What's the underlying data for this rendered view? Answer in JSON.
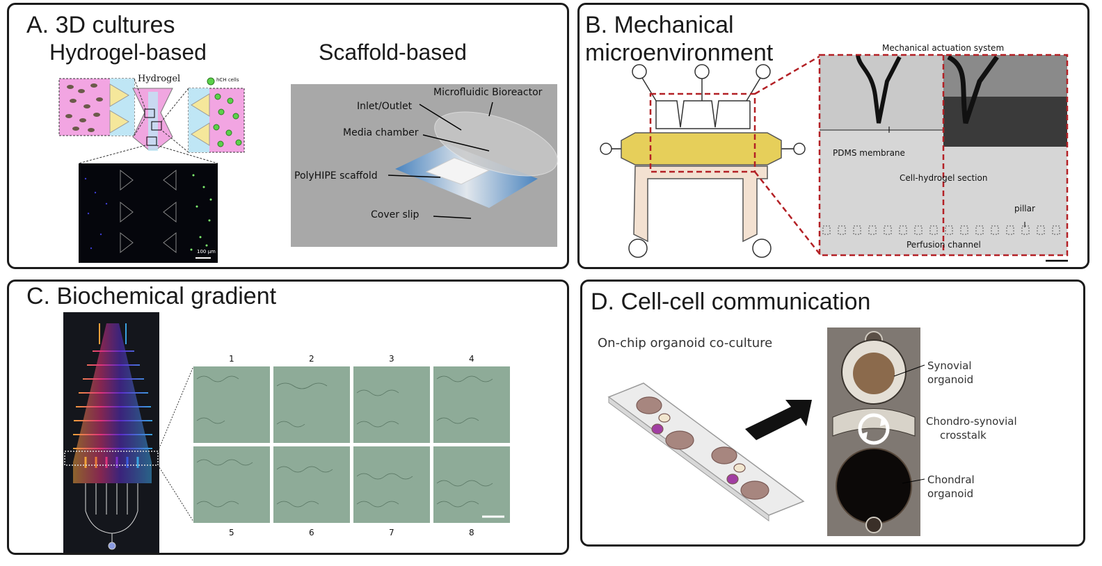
{
  "panels": {
    "a": {
      "title": "A. 3D cultures",
      "sub_left": "Hydrogel-based",
      "sub_right": "Scaffold-based",
      "hydrogel_label": "Hydrogel",
      "cells_label": "hCH cells",
      "scale_label": "100 µm",
      "scaffold_labels": {
        "bioreactor": "Microfluidic Bioreactor",
        "inlet": "Inlet/Outlet",
        "media": "Media chamber",
        "polyhipe": "PolyHIPE scaffold",
        "cover": "Cover slip"
      }
    },
    "b": {
      "title_line1": "B. Mechanical",
      "title_line2": "microenvironment",
      "labels": {
        "actuation": "Mechanical actuation system",
        "membrane": "PDMS membrane",
        "hydrogel": "Cell-hydrogel section",
        "pillar": "pillar",
        "perfusion": "Perfusion channel"
      }
    },
    "c": {
      "title": "C. Biochemical gradient",
      "well_numbers_top": [
        "1",
        "2",
        "3",
        "4"
      ],
      "well_numbers_bottom": [
        "5",
        "6",
        "7",
        "8"
      ]
    },
    "d": {
      "title": "D. Cell-cell communication",
      "chip_label": "On-chip organoid co-culture",
      "labels": {
        "synovial_1": "Synovial",
        "synovial_2": "organoid",
        "crosstalk_1": "Chondro-synovial",
        "crosstalk_2": "crosstalk",
        "chondral_1": "Chondral",
        "chondral_2": "organoid"
      }
    }
  },
  "colors": {
    "border": "#1b1b1b",
    "dashed_red": "#b32025",
    "hydrogel_yellow": "#e8d25a",
    "pink": "#f0a6e0",
    "blue_slip": "#4a86c4",
    "micrograph_green": "#8aa893"
  }
}
